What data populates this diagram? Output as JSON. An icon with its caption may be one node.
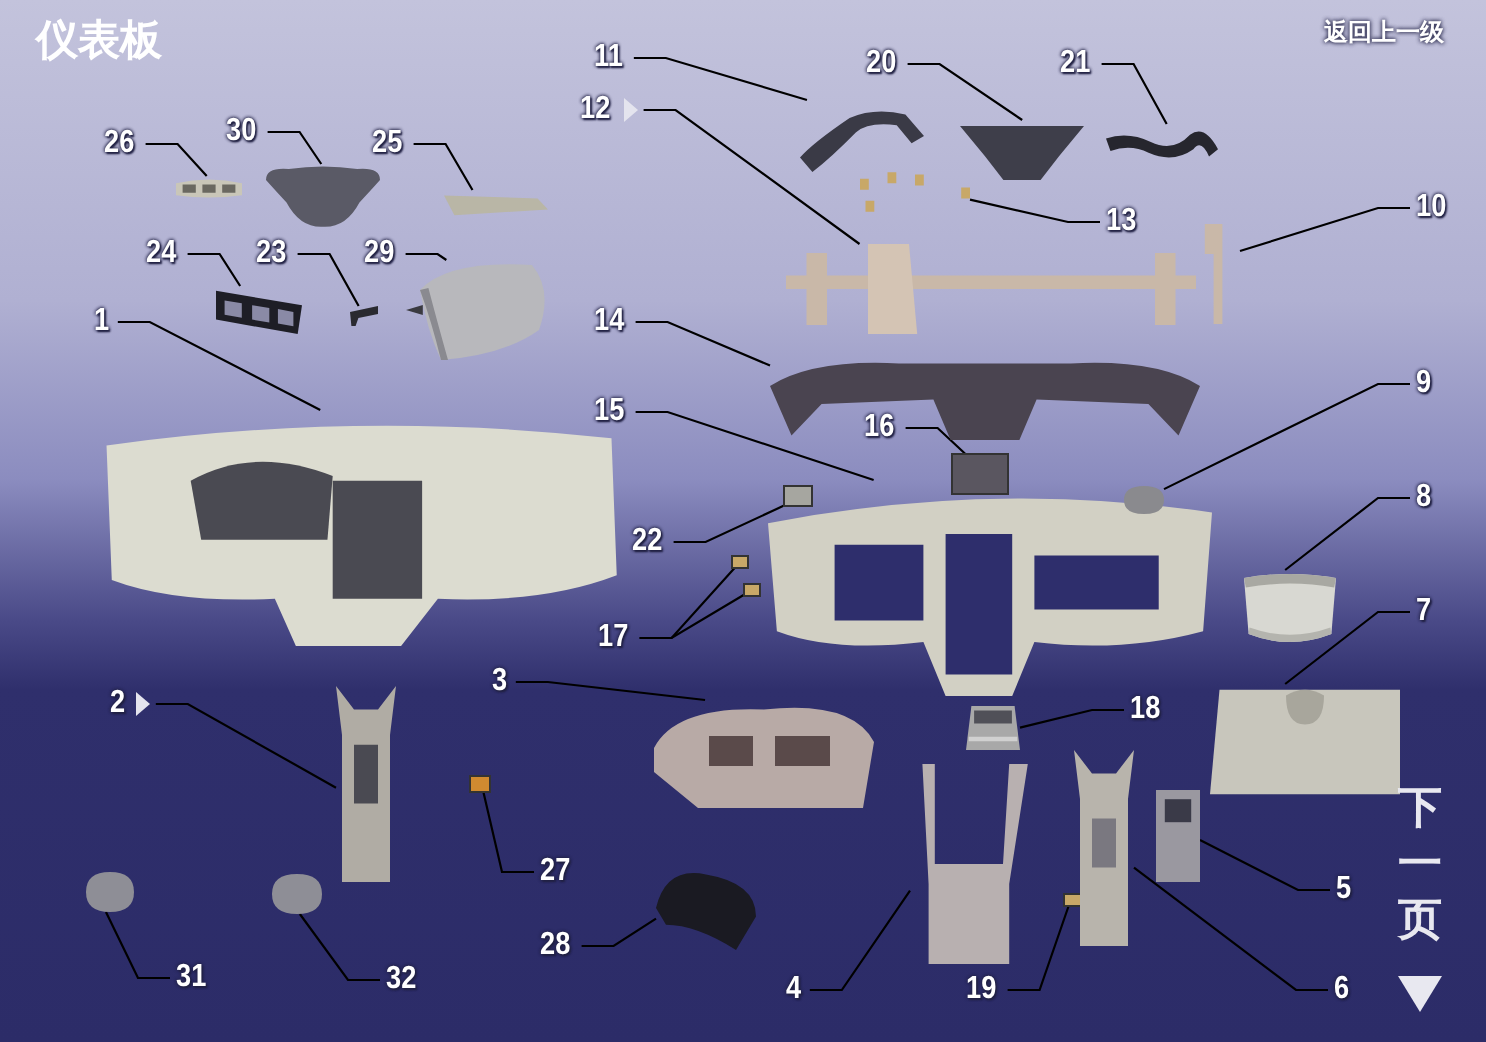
{
  "diagram": {
    "title": "仪表板",
    "nodes": [
      {
        "text": [
          "26"
        ]
      },
      {
        "text": [],
        "shape": "picture"
      },
      {
        "text": [
          "30"
        ]
      },
      {
        "text": [],
        "shape": "picture"
      },
      {
        "text": [
          "25"
        ]
      },
      {
        "text": [],
        "shape": "picture"
      },
      {
        "text": [
          "11"
        ]
      },
      {
        "text": [],
        "shape": "picture"
      },
      {
        "text": [
          "20"
        ]
      },
      {
        "text": [],
        "shape": "picture"
      },
      {
        "text": [
          "21"
        ]
      },
      {
        "text": [],
        "shape": "picture"
      },
      {
        "text": [
          "12"
        ]
      },
      {
        "text": [],
        "shape": "picture"
      },
      {
        "text": [
          "24"
        ]
      },
      {
        "text": [],
        "shape": "picture"
      },
      {
        "text": [
          "23"
        ]
      },
      {
        "text": [],
        "shape": "picture"
      },
      {
        "text": [
          "29"
        ]
      },
      {
        "text": [],
        "shape": "picture"
      },
      {
        "text": [
          "13"
        ]
      },
      {
        "text": [],
        "shape": "picture"
      },
      {
        "text": [
          "10"
        ]
      },
      {
        "text": [],
        "shape": "picture"
      },
      {
        "text": [
          "1"
        ]
      },
      {
        "text": [],
        "shape": "picture"
      },
      {
        "text": [
          "14"
        ]
      },
      {
        "text": [],
        "shape": "picture"
      },
      {
        "text": [
          "15"
        ]
      },
      {
        "text": [],
        "shape": "picture"
      },
      {
        "text": [
          "16"
        ]
      },
      {
        "text": [],
        "shape": "box"
      },
      {
        "text": [
          "9"
        ]
      },
      {
        "text": [],
        "shape": "picture"
      },
      {
        "text": [
          "22"
        ]
      },
      {
        "text": [],
        "shape": "box"
      },
      {
        "text": [
          "8"
        ]
      },
      {
        "text": [],
        "shape": "picture"
      },
      {
        "text": [
          "17"
        ]
      },
      {
        "text": [],
        "shape": "box"
      },
      {
        "text": [],
        "shape": "box"
      },
      {
        "text": [
          "7"
        ]
      },
      {
        "text": [],
        "shape": "picture"
      },
      {
        "text": [
          "2"
        ]
      },
      {
        "text": [],
        "shape": "picture"
      },
      {
        "text": [
          "3"
        ]
      },
      {
        "text": [],
        "shape": "picture"
      },
      {
        "text": [
          "18"
        ]
      },
      {
        "text": [],
        "shape": "picture"
      },
      {
        "text": [
          "27"
        ]
      },
      {
        "text": [],
        "shape": "box"
      },
      {
        "text": [
          "28"
        ]
      },
      {
        "text": [],
        "shape": "picture"
      },
      {
        "text": [
          "5"
        ]
      },
      {
        "text": [],
        "shape": "picture"
      },
      {
        "text": [
          "31"
        ]
      },
      {
        "text": [],
        "shape": "picture"
      },
      {
        "text": [
          "32"
        ]
      },
      {
        "text": [],
        "shape": "picture"
      },
      {
        "text": [
          "4"
        ]
      },
      {
        "text": [],
        "shape": "picture"
      },
      {
        "text": [
          "19"
        ]
      },
      {
        "text": [],
        "shape": "box"
      },
      {
        "text": [
          "6"
        ]
      },
      {
        "text": [],
        "shape": "picture"
      }
    ],
    "edges": [
      {
        "from": 0,
        "to": 1,
        "arrow": "none"
      },
      {
        "from": 2,
        "to": 3,
        "arrow": "none"
      },
      {
        "from": 4,
        "to": 5,
        "arrow": "none"
      },
      {
        "from": 6,
        "to": 7,
        "arrow": "none"
      },
      {
        "from": 8,
        "to": 9,
        "arrow": "none"
      },
      {
        "from": 10,
        "to": 11,
        "arrow": "none"
      },
      {
        "from": 12,
        "to": 13,
        "arrow": "none"
      },
      {
        "from": 14,
        "to": 15,
        "arrow": "none"
      },
      {
        "from": 16,
        "to": 17,
        "arrow": "none"
      },
      {
        "from": 18,
        "to": 19,
        "arrow": "none"
      },
      {
        "from": 20,
        "to": 21,
        "arrow": "none"
      },
      {
        "from": 22,
        "to": 23,
        "arrow": "none"
      },
      {
        "from": 24,
        "to": 25,
        "arrow": "none"
      },
      {
        "from": 26,
        "to": 27,
        "arrow": "none"
      },
      {
        "from": 28,
        "to": 29,
        "arrow": "none"
      },
      {
        "from": 30,
        "to": 31,
        "arrow": "none"
      },
      {
        "from": 32,
        "to": 33,
        "arrow": "none"
      },
      {
        "from": 34,
        "to": 35,
        "arrow": "none"
      },
      {
        "from": 36,
        "to": 37,
        "arrow": "none"
      },
      {
        "from": 38,
        "to": 39,
        "arrow": "none"
      },
      {
        "from": 38,
        "to": 40,
        "arrow": "none"
      },
      {
        "from": 41,
        "to": 42,
        "arrow": "none"
      },
      {
        "from": 43,
        "to": 44,
        "arrow": "none"
      },
      {
        "from": 45,
        "to": 46,
        "arrow": "none"
      },
      {
        "from": 47,
        "to": 48,
        "arrow": "none"
      },
      {
        "from": 49,
        "to": 50,
        "arrow": "none"
      },
      {
        "from": 51,
        "to": 52,
        "arrow": "none"
      },
      {
        "from": 53,
        "to": 54,
        "arrow": "none"
      },
      {
        "from": 55,
        "to": 56,
        "arrow": "none"
      },
      {
        "from": 57,
        "to": 58,
        "arrow": "none"
      },
      {
        "from": 59,
        "to": 60,
        "arrow": "none"
      },
      {
        "from": 61,
        "to": 62,
        "arrow": "none"
      },
      {
        "from": 63,
        "to": 64,
        "arrow": "none"
      }
    ],
    "labels": [
      "返回上一级",
      "下一页"
    ]
  }
}
